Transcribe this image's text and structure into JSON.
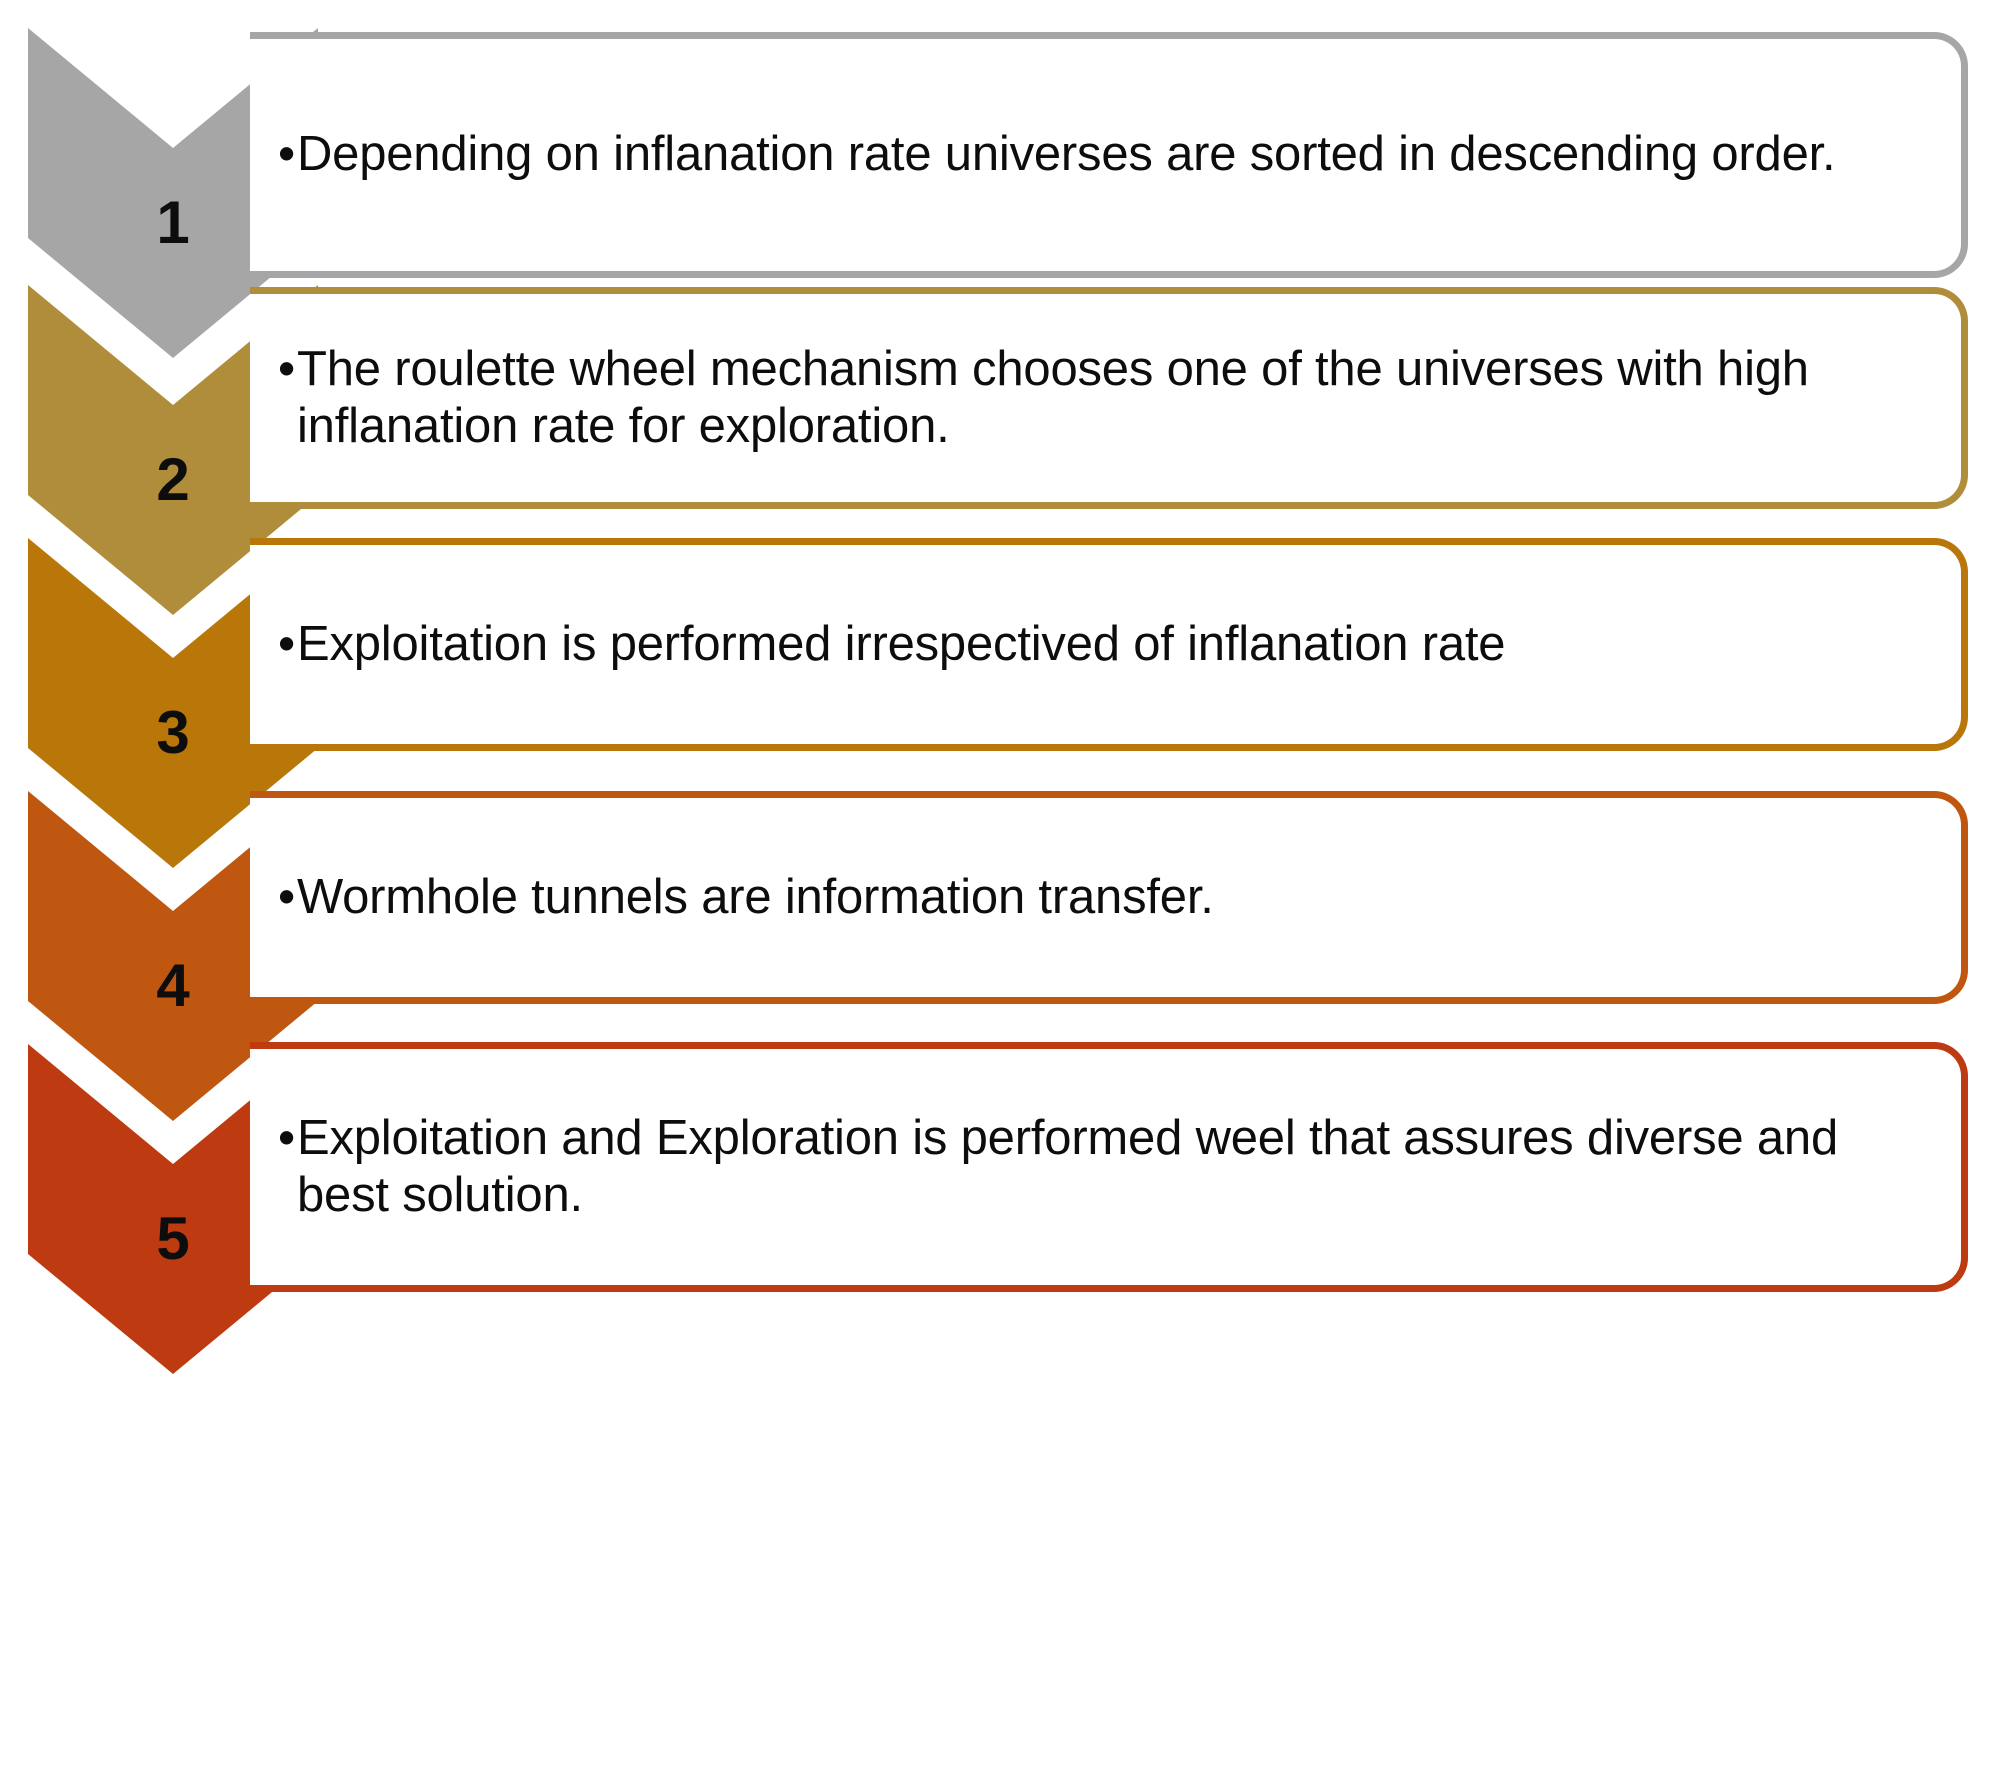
{
  "diagram": {
    "type": "vertical-chevron-process-list",
    "title": "",
    "background_color": "#FFFFFF",
    "steps": [
      {
        "number": "1",
        "chevron_color": "#A6A6A6",
        "box_border_color": "#A6A6A6",
        "box_fill_color": "#FFFFFF",
        "bullet": "•",
        "text": "Depending on inflanation rate universes are sorted in descending order."
      },
      {
        "number": "2",
        "chevron_color": "#B08D3A",
        "box_border_color": "#B08D3A",
        "box_fill_color": "#FFFFFF",
        "bullet": "•",
        "text": "The roulette wheel mechanism chooses one of the universes with high inflanation rate for exploration."
      },
      {
        "number": "3",
        "chevron_color": "#B97609",
        "box_border_color": "#B97609",
        "box_fill_color": "#FFFFFF",
        "bullet": "•",
        "text": "Exploitation is performed irrespectived of inflanation rate"
      },
      {
        "number": "4",
        "chevron_color": "#BF5710",
        "box_border_color": "#BF5710",
        "box_fill_color": "#FFFFFF",
        "bullet": "•",
        "text": "Wormhole tunnels are information transfer."
      },
      {
        "number": "5",
        "chevron_color": "#BE3A11",
        "box_border_color": "#BE3A11",
        "box_fill_color": "#FFFFFF",
        "bullet": "•",
        "text": "Exploitation and Exploration is performed weel that assures diverse and best solution."
      }
    ]
  }
}
